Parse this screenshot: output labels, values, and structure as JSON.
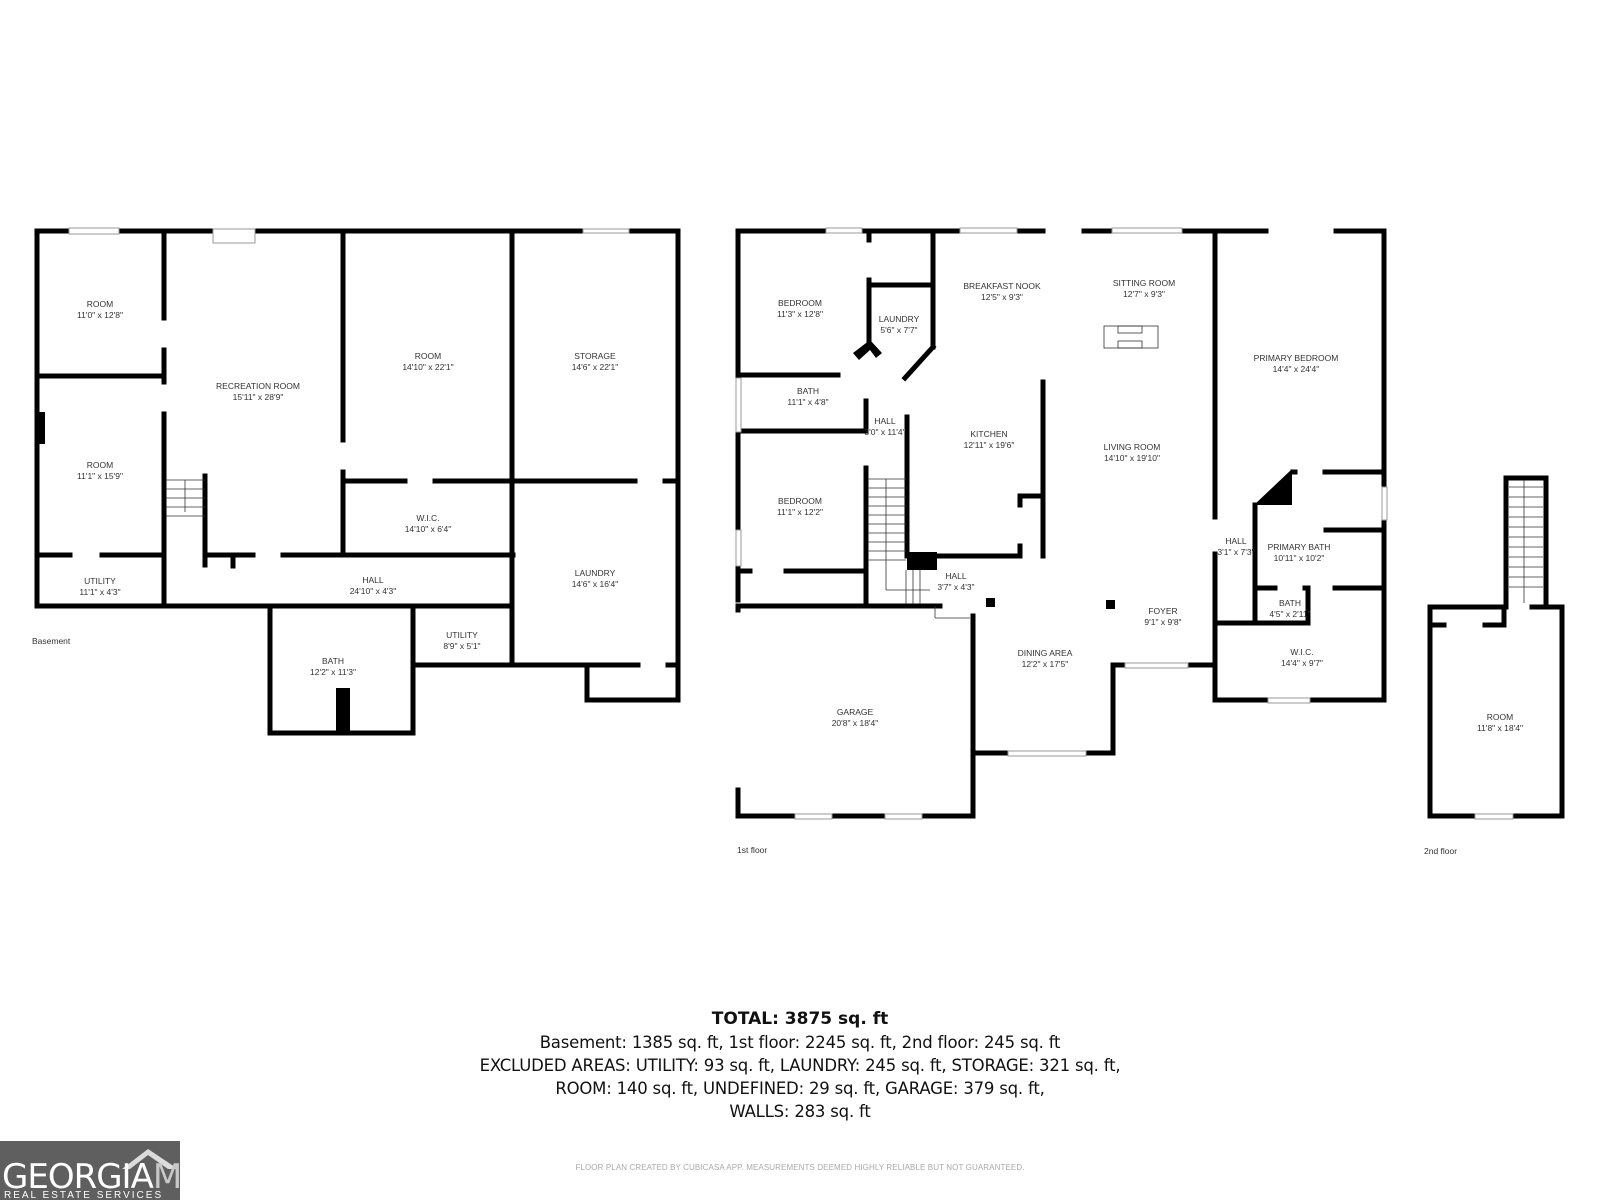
{
  "floors": {
    "basement": {
      "label": "Basement",
      "rooms": [
        {
          "name": "ROOM",
          "dim": "11'0\" x 12'8\""
        },
        {
          "name": "RECREATION ROOM",
          "dim": "15'11\" x 28'9\""
        },
        {
          "name": "ROOM",
          "dim": "14'10\" x 22'1\""
        },
        {
          "name": "STORAGE",
          "dim": "14'6\" x 22'1\""
        },
        {
          "name": "ROOM",
          "dim": "11'1\" x 15'9\""
        },
        {
          "name": "W.I.C.",
          "dim": "14'10\" x 6'4\""
        },
        {
          "name": "UTILITY",
          "dim": "11'1\" x 4'3\""
        },
        {
          "name": "HALL",
          "dim": "24'10\" x 4'3\""
        },
        {
          "name": "LAUNDRY",
          "dim": "14'6\" x 16'4\""
        },
        {
          "name": "BATH",
          "dim": "12'2\" x 11'3\""
        },
        {
          "name": "UTILITY",
          "dim": "8'9\" x 5'1\""
        }
      ]
    },
    "first": {
      "label": "1st floor",
      "rooms": [
        {
          "name": "BEDROOM",
          "dim": "11'3\" x 12'8\""
        },
        {
          "name": "LAUNDRY",
          "dim": "5'6\" x 7'7\""
        },
        {
          "name": "BREAKFAST NOOK",
          "dim": "12'5\" x 9'3\""
        },
        {
          "name": "SITTING ROOM",
          "dim": "12'7\" x 9'3\""
        },
        {
          "name": "PRIMARY BEDROOM",
          "dim": "14'4\" x 24'4\""
        },
        {
          "name": "BATH",
          "dim": "11'1\" x 4'8\""
        },
        {
          "name": "HALL",
          "dim": "3'0\" x 11'4\""
        },
        {
          "name": "KITCHEN",
          "dim": "12'11\" x 19'6\""
        },
        {
          "name": "LIVING ROOM",
          "dim": "14'10\" x 19'10\""
        },
        {
          "name": "BEDROOM",
          "dim": "11'1\" x 12'2\""
        },
        {
          "name": "HALL",
          "dim": "3'1\" x 7'3\""
        },
        {
          "name": "PRIMARY BATH",
          "dim": "10'11\" x 10'2\""
        },
        {
          "name": "HALL",
          "dim": "3'7\" x 4'3\""
        },
        {
          "name": "BATH",
          "dim": "4'5\" x 2'11\""
        },
        {
          "name": "FOYER",
          "dim": "9'1\" x 9'8\""
        },
        {
          "name": "DINING AREA",
          "dim": "12'2\" x 17'5\""
        },
        {
          "name": "W.I.C.",
          "dim": "14'4\" x 9'7\""
        },
        {
          "name": "GARAGE",
          "dim": "20'8\" x 18'4\""
        }
      ]
    },
    "second": {
      "label": "2nd floor",
      "rooms": [
        {
          "name": "ROOM",
          "dim": "11'8\" x 18'4\""
        }
      ]
    }
  },
  "summary": {
    "total": "TOTAL: 3875 sq. ft",
    "floors_line": "Basement: 1385 sq. ft, 1st floor: 2245 sq. ft, 2nd floor: 245 sq. ft",
    "excluded_line1": "EXCLUDED AREAS: UTILITY: 93 sq. ft, LAUNDRY: 245 sq. ft, STORAGE: 321 sq. ft,",
    "excluded_line2": "ROOM: 140 sq. ft, UNDEFINED: 29 sq. ft, GARAGE: 379 sq. ft,",
    "excluded_line3": "WALLS: 283 sq. ft"
  },
  "disclaimer": "FLOOR PLAN CREATED BY CUBICASA APP. MEASUREMENTS DEEMED HIGHLY RELIABLE BUT NOT GUARANTEED.",
  "logo": {
    "main": "GEORGIA",
    "accent": "MLS",
    "sub": "REAL ESTATE SERVICES"
  },
  "colors": {
    "wall": "#000000",
    "text": "#333333",
    "logo_bg": "#5f5f5f"
  }
}
